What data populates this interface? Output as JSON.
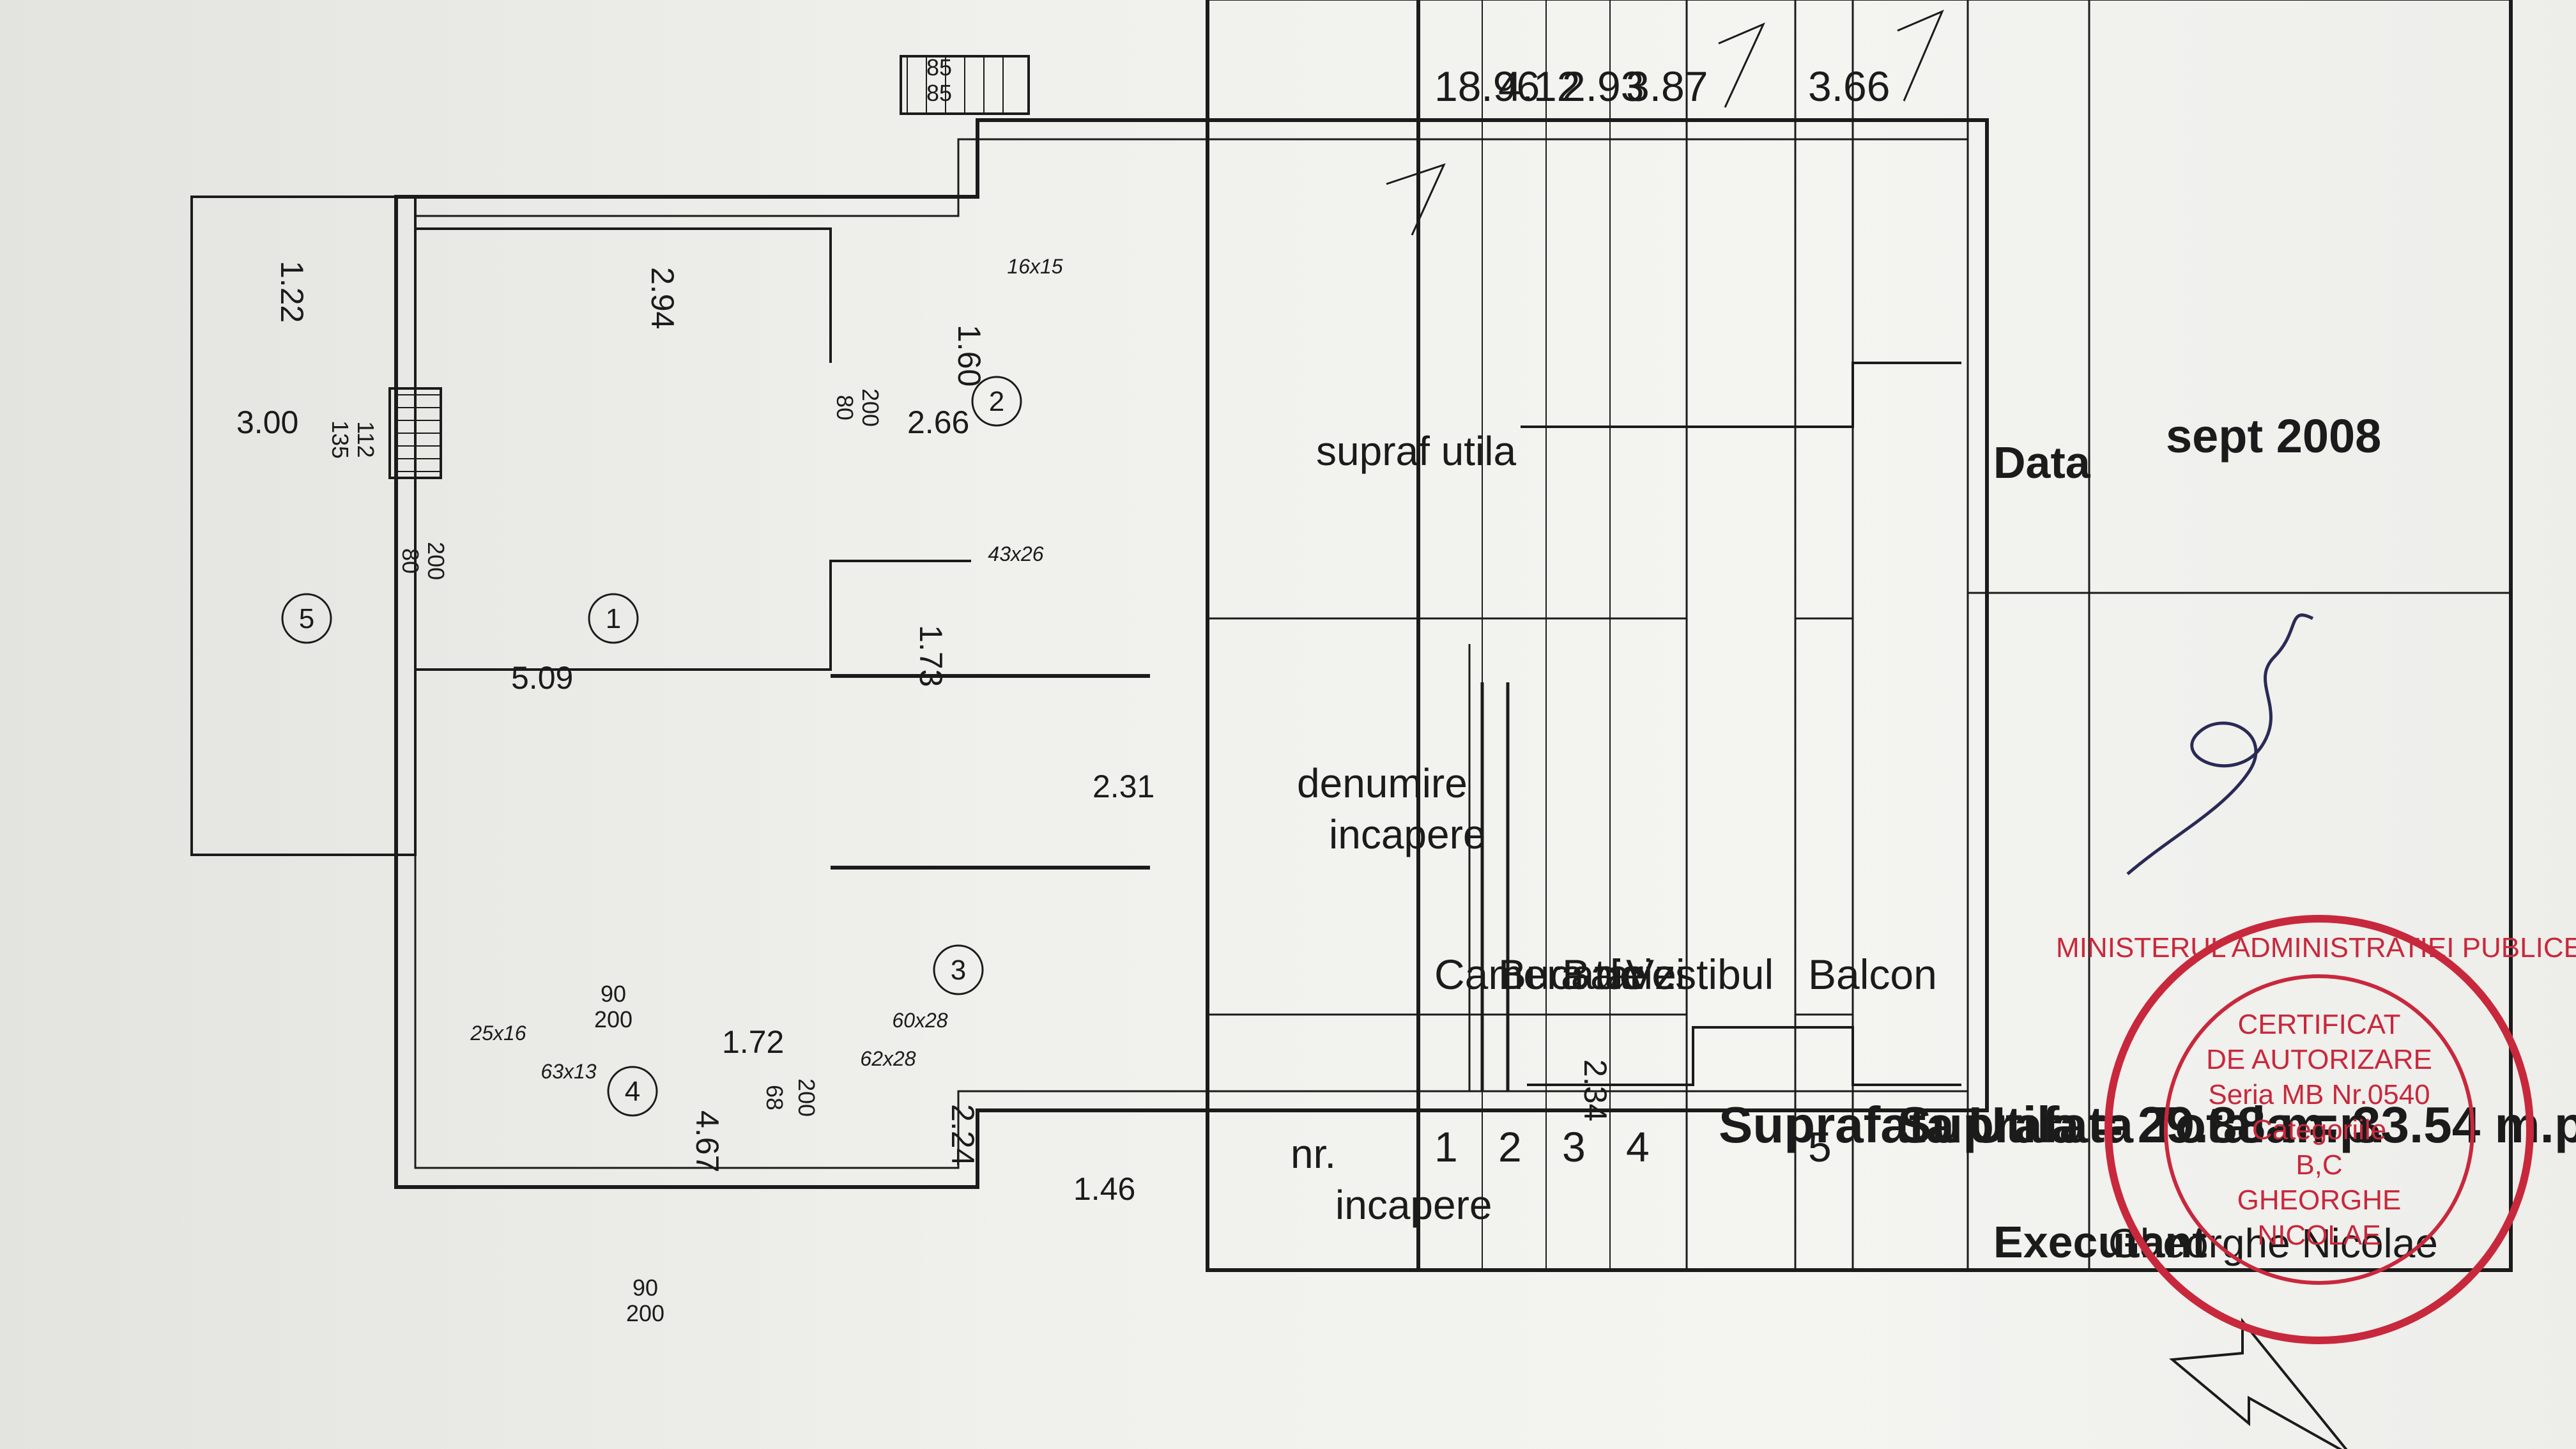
{
  "plan": {
    "dims": {
      "d_509": "5.09",
      "d_294": "2.94",
      "d_467": "4.67",
      "d_231": "2.31",
      "d_300": "3.00",
      "d_122": "1.22",
      "d_266": "2.66",
      "d_160": "1.60",
      "d_173": "1.73",
      "d_234": "2.34",
      "d_172": "1.72",
      "d_224": "2.24",
      "d_146": "1.46"
    },
    "rooms": [
      "1",
      "2",
      "3",
      "4",
      "5"
    ],
    "doors": {
      "d1_top": "90",
      "d1_bot": "200",
      "d2_top": "90",
      "d2_bot": "200",
      "d3_top": "68",
      "d3_bot": "200",
      "d4_top": "80",
      "d4_bot": "200",
      "d5_top": "80",
      "d5_bot": "200",
      "w1_top": "135",
      "w1_bot": "112",
      "w2_top": "85",
      "w2_bot": "85"
    },
    "windows": {
      "w_25x16": "25x16",
      "w_63x13": "63x13",
      "w_62x28": "62x28",
      "w_60x28": "60x28",
      "w_43x26": "43x26",
      "w_16x15": "16x15"
    }
  },
  "table": {
    "headers": {
      "nr": [
        "nr.",
        "incapere"
      ],
      "denumire": [
        "denumire",
        "incapere"
      ],
      "supraf": "supraf utila"
    },
    "rows": [
      {
        "nr": "1",
        "name": "Camera de zi",
        "area": "18.96"
      },
      {
        "nr": "2",
        "name": "Bucatarie",
        "area": "4.12"
      },
      {
        "nr": "3",
        "name": "Baie",
        "area": "2.93"
      },
      {
        "nr": "4",
        "name": "Vestibul",
        "area": "3.87"
      }
    ],
    "total_utila": "Suprafata Utila  =  29.88 m.p.",
    "balcony": {
      "nr": "5",
      "name": "Balcon",
      "area": "3.66"
    },
    "total": "Suprafata Totala = 33.54 m.p.",
    "footer": {
      "executant_label": "Executant",
      "data_label": "Data",
      "executant_name": "Gheorghe Nicolae",
      "date": "sept 2008"
    }
  },
  "stamp": {
    "ring_text": "MINISTERUL ADMINISTRATIEI PUBLICE",
    "line1": "CERTIFICAT",
    "line2": "DE AUTORIZARE",
    "line3": "Seria MB Nr.0540",
    "line4": "Categoriile",
    "line5": "B,C",
    "line6": "GHEORGHE",
    "line7": "NICOLAE",
    "color": "#c8283c"
  },
  "colors": {
    "ink": "#1b1b1b",
    "paper": "#f1f1ee",
    "stamp": "#c8283c"
  }
}
